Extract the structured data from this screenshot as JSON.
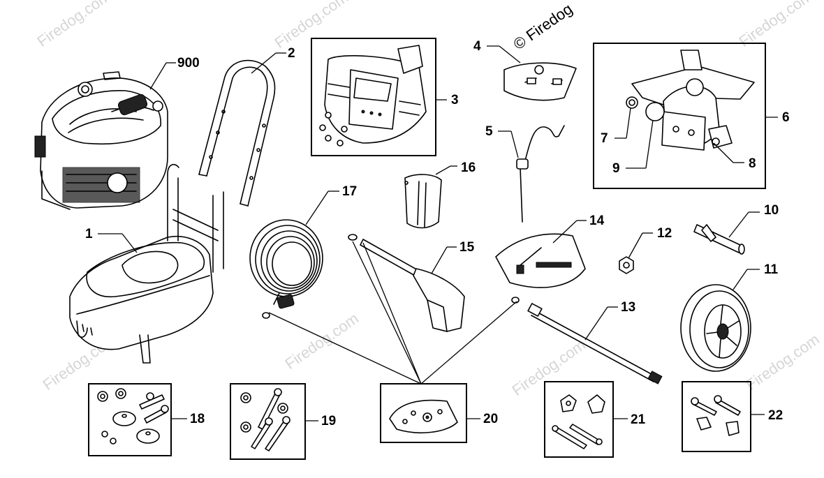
{
  "watermark": {
    "text": "Firedog.com",
    "copyright": "© Firedog"
  },
  "callouts": {
    "p900": "900",
    "p1": "1",
    "p2": "2",
    "p3": "3",
    "p4": "4",
    "p5": "5",
    "p6": "6",
    "p7": "7",
    "p8": "8",
    "p9": "9",
    "p10": "10",
    "p11": "11",
    "p12": "12",
    "p13": "13",
    "p14": "14",
    "p15": "15",
    "p16": "16",
    "p17": "17",
    "p18": "18",
    "p19": "19",
    "p20": "20",
    "p21": "21",
    "p22": "22"
  }
}
